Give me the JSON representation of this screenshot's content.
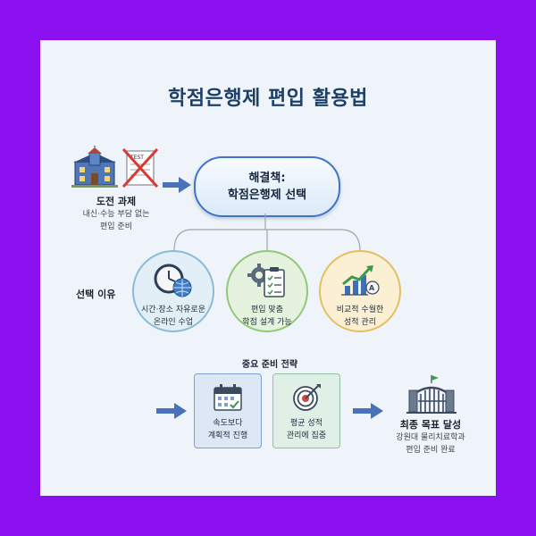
{
  "title": "학점은행제 편입 활용법",
  "challenge": {
    "heading": "도전 과제",
    "desc_line1": "내신·수능 부담 없는",
    "desc_line2": "편입 준비",
    "icons": [
      "school-icon",
      "crossed-test-icon"
    ]
  },
  "solution": {
    "line1": "해결책:",
    "line2": "학점은행제 선택"
  },
  "reasons": {
    "label": "선택 이유",
    "items": [
      {
        "line1": "시간·장소 자유로운",
        "line2": "온라인 수업",
        "icon": "clock-globe-icon"
      },
      {
        "line1": "편입 맞춤",
        "line2": "학점 설계 가능",
        "icon": "gear-checklist-icon"
      },
      {
        "line1": "비교적 수월한",
        "line2": "성적 관리",
        "icon": "growth-chart-icon"
      }
    ]
  },
  "strategy": {
    "heading": "중요 준비 전략",
    "items": [
      {
        "line1": "속도보다",
        "line2": "계획적 진행",
        "icon": "calendar-icon"
      },
      {
        "line1": "평균 성적",
        "line2": "관리에 집중",
        "icon": "target-icon"
      }
    ]
  },
  "goal": {
    "heading": "최종 목표 달성",
    "line1": "강원대 물리치료학과",
    "line2": "편입 준비 완료",
    "icon": "university-gate-icon"
  },
  "colors": {
    "frame": "#8a10f0",
    "card": "#eef4f9",
    "title": "#1e3f66",
    "arrow": "#4a72b8",
    "pill_border": "#3f74c6"
  }
}
